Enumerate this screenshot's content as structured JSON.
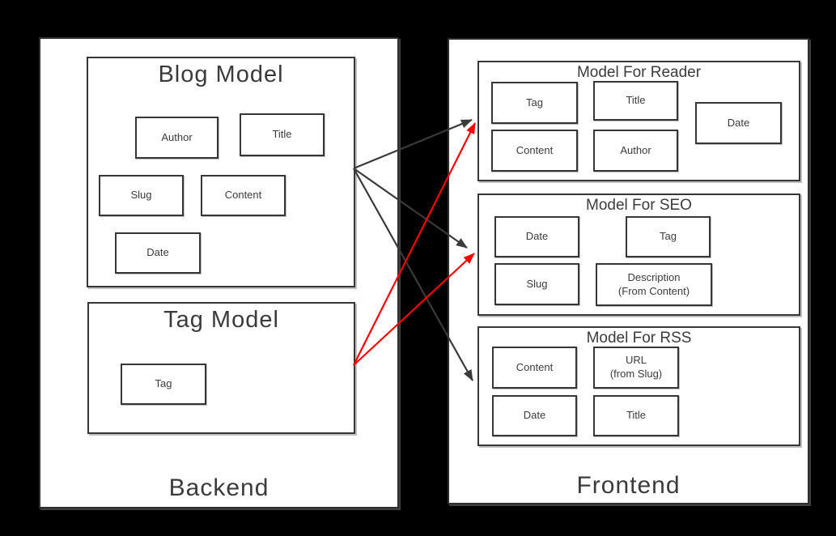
{
  "backend": {
    "label": "Backend",
    "models": [
      {
        "title": "Blog Model",
        "fields": [
          "Author",
          "Title",
          "Slug",
          "Content",
          "Date"
        ]
      },
      {
        "title": "Tag Model",
        "fields": [
          "Tag"
        ]
      }
    ]
  },
  "frontend": {
    "label": "Frontend",
    "models": [
      {
        "title": "Model For Reader",
        "fields": [
          "Tag",
          "Title",
          "Date",
          "Content",
          "Author"
        ]
      },
      {
        "title": "Model For SEO",
        "fields": [
          "Date",
          "Tag",
          "Slug",
          "Description\n(From Content)"
        ]
      },
      {
        "title": "Model For RSS",
        "fields": [
          "Content",
          "URL\n(from Slug)",
          "Date",
          "Title"
        ]
      }
    ]
  },
  "connections": [
    {
      "from": "blog-model",
      "to": "model-for-reader",
      "color": "#3a3a3a"
    },
    {
      "from": "blog-model",
      "to": "model-for-seo",
      "color": "#3a3a3a"
    },
    {
      "from": "blog-model",
      "to": "model-for-rss",
      "color": "#3a3a3a"
    },
    {
      "from": "tag-model",
      "to": "model-for-reader",
      "color": "#ff0000"
    },
    {
      "from": "tag-model",
      "to": "model-for-seo",
      "color": "#ff0000"
    }
  ],
  "colors": {
    "line": "#3a3a3a",
    "highlight": "#ff0000",
    "border": "#363636",
    "text": "#3b3b3b",
    "panel_bg": "#ffffff",
    "background": "#000000"
  }
}
